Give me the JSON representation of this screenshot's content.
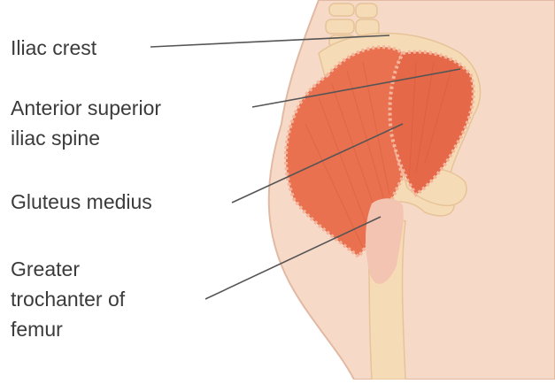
{
  "labels": {
    "iliac_crest": "Iliac crest",
    "asis_line1": "Anterior superior",
    "asis_line2": "iliac spine",
    "gluteus_medius": "Gluteus medius",
    "gt_line1": "Greater",
    "gt_line2": "trochanter of",
    "gt_line3": "femur"
  },
  "colors": {
    "skin": "#f7d9c8",
    "skin_outline": "#e2b9a3",
    "bone": "#f6dcb6",
    "muscle": "#e9714f",
    "muscle_dark": "#d95a3b",
    "tendon": "#f3c4b1",
    "leader_line": "#555555"
  }
}
